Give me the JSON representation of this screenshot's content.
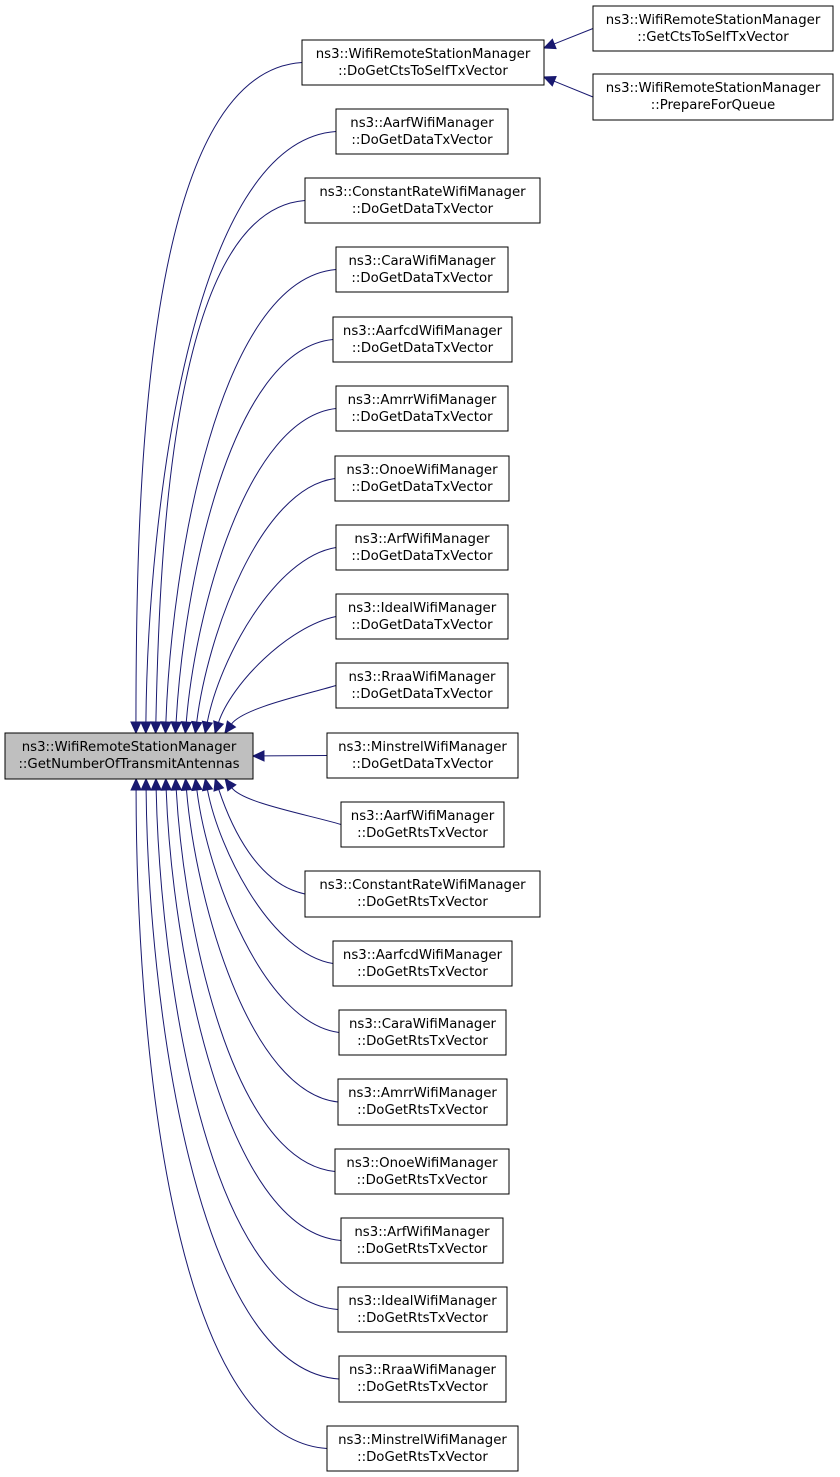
{
  "root": {
    "line1": "ns3::WifiRemoteStationManager",
    "line2": "::GetNumberOfTransmitAntennas"
  },
  "callers": [
    {
      "line1": "ns3::WifiRemoteStationManager",
      "line2": "::DoGetCtsToSelfTxVector"
    },
    {
      "line1": "ns3::AarfWifiManager",
      "line2": "::DoGetDataTxVector"
    },
    {
      "line1": "ns3::ConstantRateWifiManager",
      "line2": "::DoGetDataTxVector"
    },
    {
      "line1": "ns3::CaraWifiManager",
      "line2": "::DoGetDataTxVector"
    },
    {
      "line1": "ns3::AarfcdWifiManager",
      "line2": "::DoGetDataTxVector"
    },
    {
      "line1": "ns3::AmrrWifiManager",
      "line2": "::DoGetDataTxVector"
    },
    {
      "line1": "ns3::OnoeWifiManager",
      "line2": "::DoGetDataTxVector"
    },
    {
      "line1": "ns3::ArfWifiManager",
      "line2": "::DoGetDataTxVector"
    },
    {
      "line1": "ns3::IdealWifiManager",
      "line2": "::DoGetDataTxVector"
    },
    {
      "line1": "ns3::RraaWifiManager",
      "line2": "::DoGetDataTxVector"
    },
    {
      "line1": "ns3::MinstrelWifiManager",
      "line2": "::DoGetDataTxVector"
    },
    {
      "line1": "ns3::AarfWifiManager",
      "line2": "::DoGetRtsTxVector"
    },
    {
      "line1": "ns3::ConstantRateWifiManager",
      "line2": "::DoGetRtsTxVector"
    },
    {
      "line1": "ns3::AarfcdWifiManager",
      "line2": "::DoGetRtsTxVector"
    },
    {
      "line1": "ns3::CaraWifiManager",
      "line2": "::DoGetRtsTxVector"
    },
    {
      "line1": "ns3::AmrrWifiManager",
      "line2": "::DoGetRtsTxVector"
    },
    {
      "line1": "ns3::OnoeWifiManager",
      "line2": "::DoGetRtsTxVector"
    },
    {
      "line1": "ns3::ArfWifiManager",
      "line2": "::DoGetRtsTxVector"
    },
    {
      "line1": "ns3::IdealWifiManager",
      "line2": "::DoGetRtsTxVector"
    },
    {
      "line1": "ns3::RraaWifiManager",
      "line2": "::DoGetRtsTxVector"
    },
    {
      "line1": "ns3::MinstrelWifiManager",
      "line2": "::DoGetRtsTxVector"
    }
  ],
  "outer_callers": [
    {
      "line1": "ns3::WifiRemoteStationManager",
      "line2": "::GetCtsToSelfTxVector"
    },
    {
      "line1": "ns3::WifiRemoteStationManager",
      "line2": "::PrepareForQueue"
    }
  ]
}
